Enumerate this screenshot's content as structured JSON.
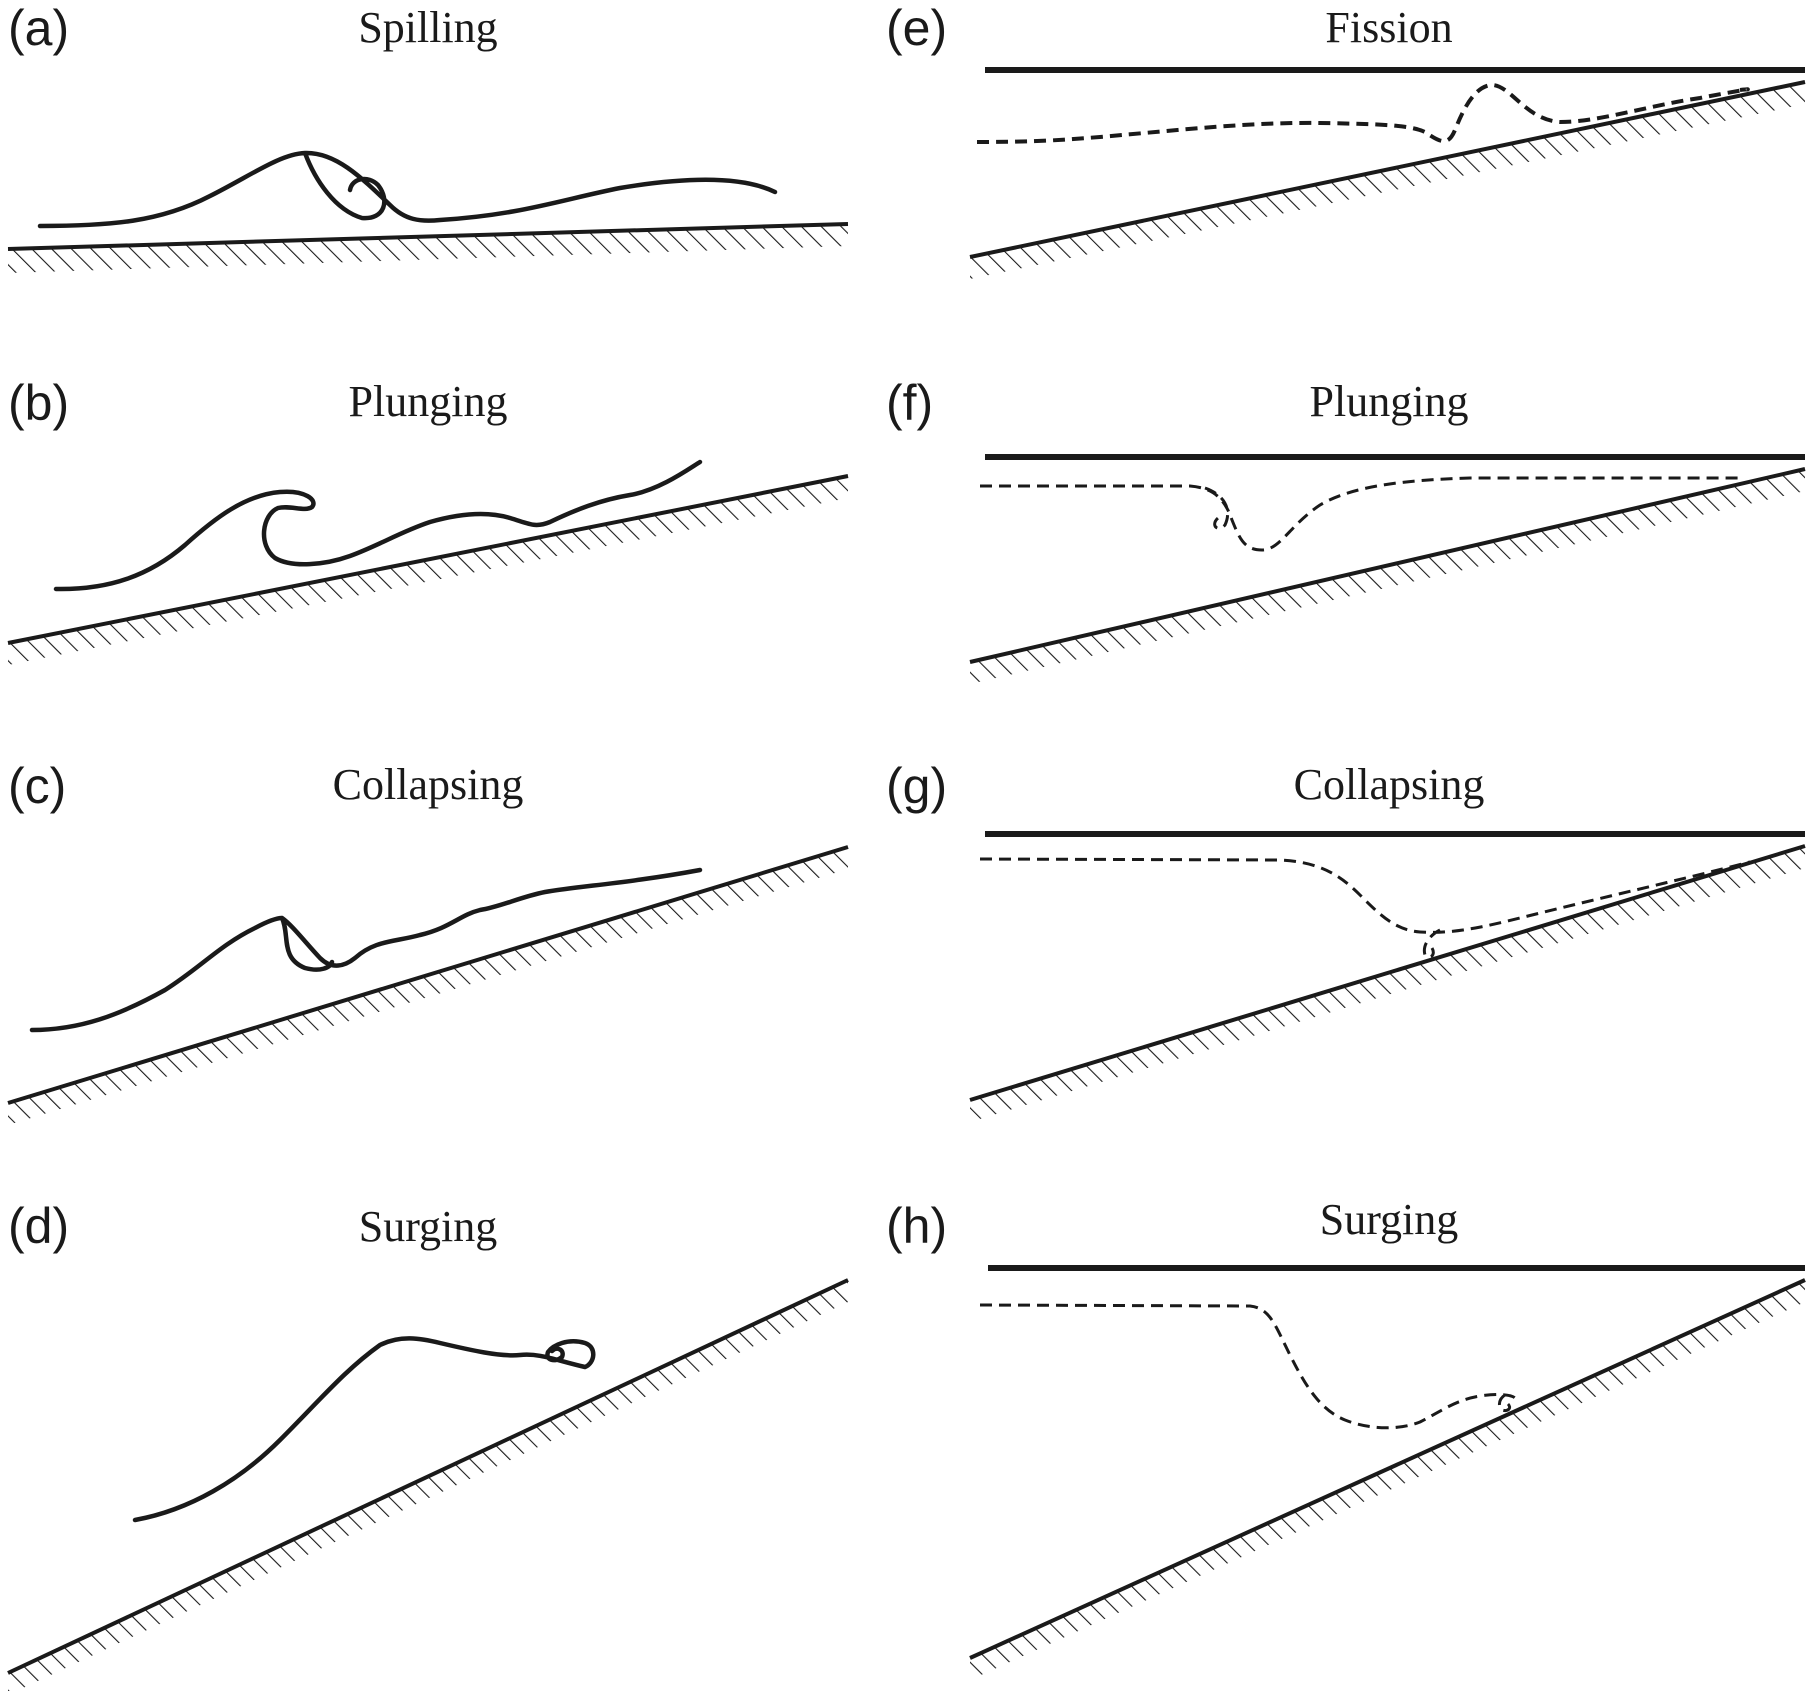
{
  "panels": [
    {
      "label": "(a)",
      "title": "Spilling"
    },
    {
      "label": "(b)",
      "title": "Plunging"
    },
    {
      "label": "(c)",
      "title": "Collapsing"
    },
    {
      "label": "(d)",
      "title": "Surging"
    },
    {
      "label": "(e)",
      "title": "Fission"
    },
    {
      "label": "(f)",
      "title": "Plunging"
    },
    {
      "label": "(g)",
      "title": "Collapsing"
    },
    {
      "label": "(h)",
      "title": "Surging"
    }
  ]
}
